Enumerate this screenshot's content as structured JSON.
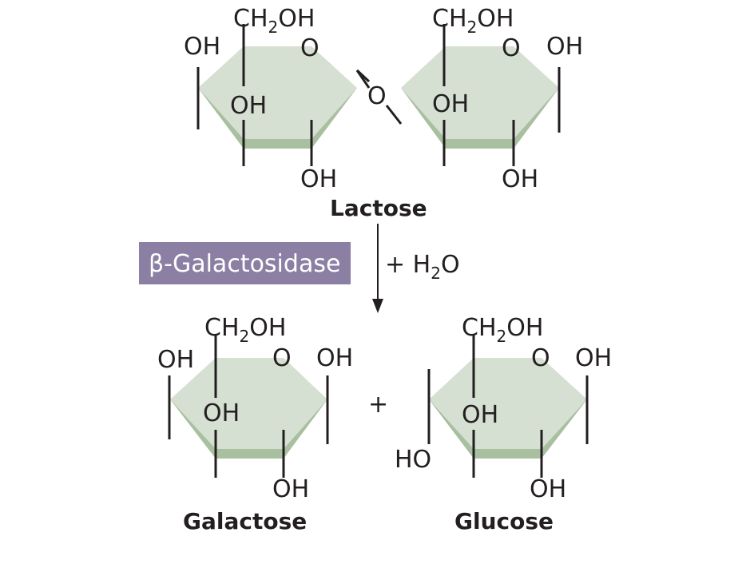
{
  "groups": {
    "oh": "OH",
    "ho": "HO",
    "ring_o": "O",
    "bridge_o": "O",
    "ch2oh": {
      "a": "CH",
      "sub": "2",
      "b": "OH"
    }
  },
  "labels": {
    "lactose": "Lactose",
    "galactose": "Galactose",
    "glucose": "Glucose",
    "plus": "+"
  },
  "reaction": {
    "enzyme": "β-Galactosidase",
    "reagent_prefix": "+ H",
    "reagent_sub": "2",
    "reagent_suffix": "O"
  },
  "colors": {
    "ring_top": "#d5dfd2",
    "ring_side": "#a8c09f",
    "enzyme_box": "#8b7fa4",
    "ink": "#231f20"
  }
}
